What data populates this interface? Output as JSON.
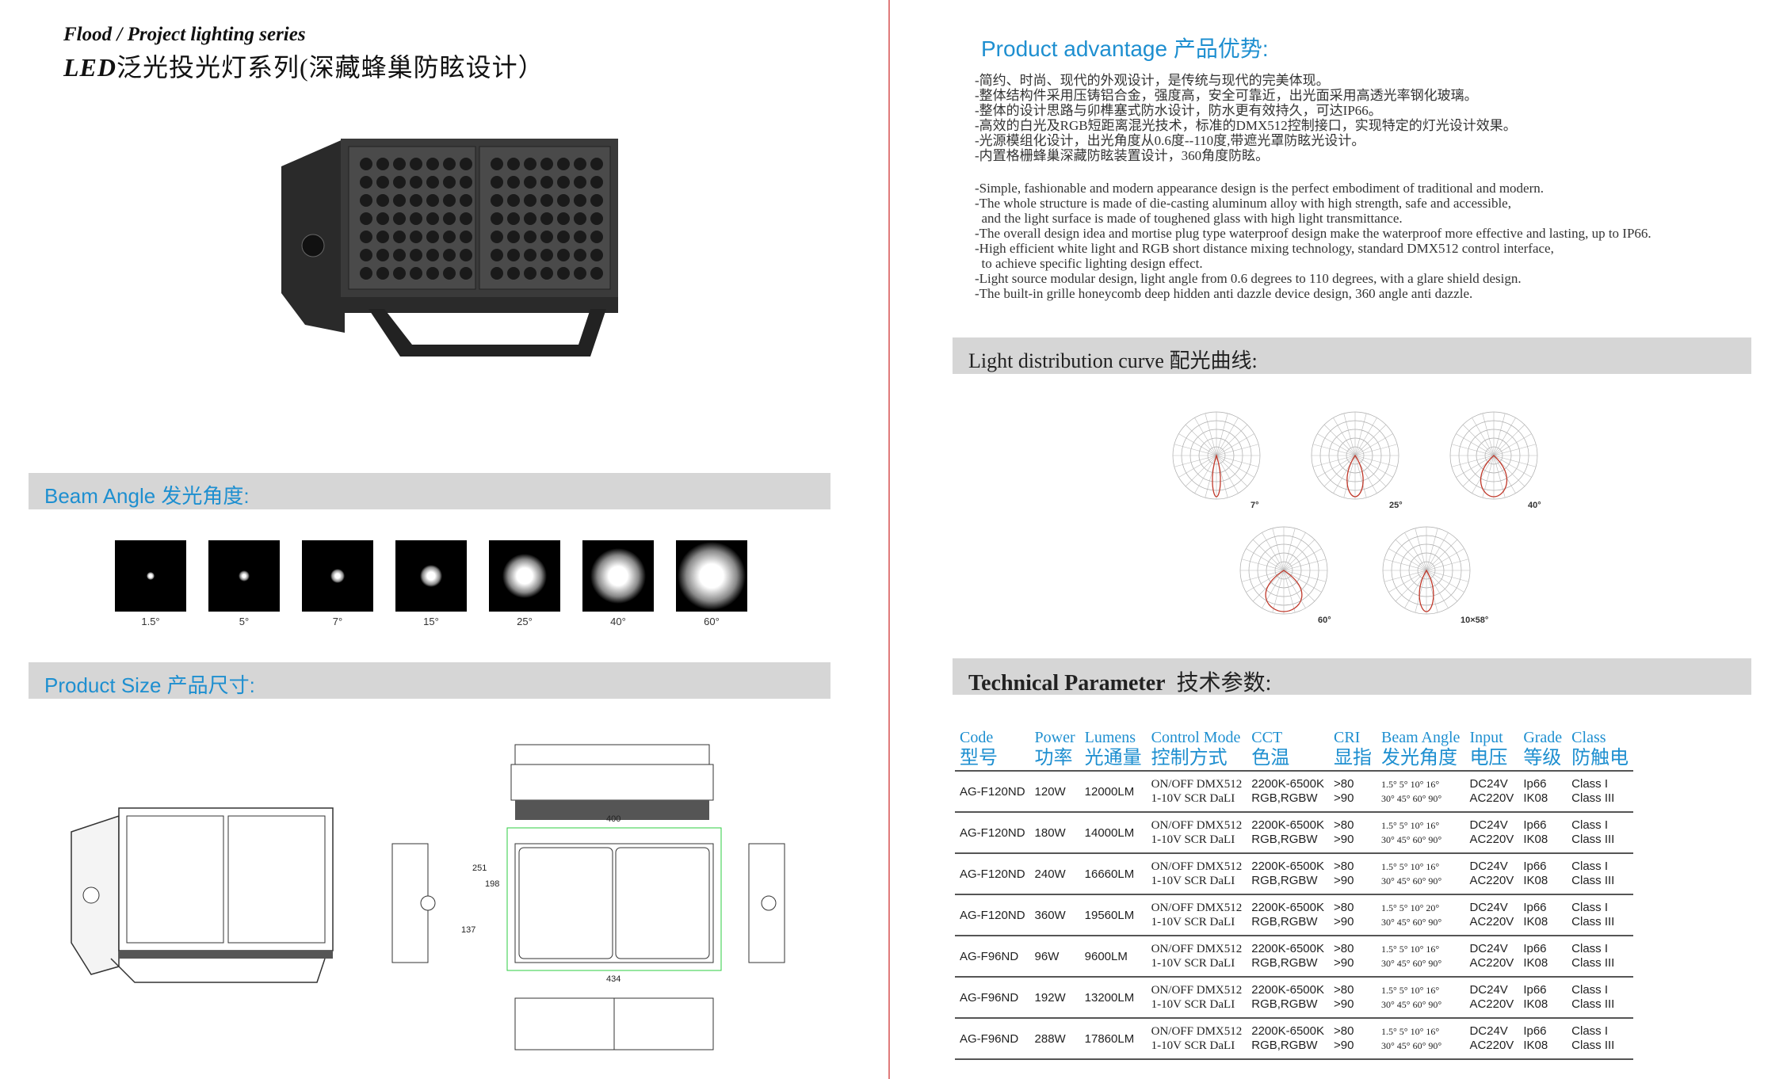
{
  "header": {
    "series_en": "Flood / Project lighting series",
    "series_cn_prefix": "LED",
    "series_cn": "泛光投光灯系列(深藏蜂巢防眩设计）"
  },
  "sections": {
    "beam_angle": "Beam Angle  发光角度:",
    "product_size": "Product Size  产品尺寸:",
    "product_advantage": "Product advantage  产品优势:",
    "light_distribution": "Light  distribution curve   配光曲线:",
    "technical_parameter_en": "Technical Parameter",
    "technical_parameter_cn": "技术参数:"
  },
  "beam_angles": [
    {
      "label": "1.5°",
      "glow": 0.12
    },
    {
      "label": "5°",
      "glow": 0.15
    },
    {
      "label": "7°",
      "glow": 0.2
    },
    {
      "label": "15°",
      "glow": 0.3
    },
    {
      "label": "25°",
      "glow": 0.62
    },
    {
      "label": "40°",
      "glow": 0.78
    },
    {
      "label": "60°",
      "glow": 0.95
    }
  ],
  "advantages_cn": [
    "-简约、时尚、现代的外观设计，是传统与现代的完美体现。",
    "-整体结构件采用压铸铝合金，强度高，安全可靠近，出光面采用高透光率钢化玻璃。",
    "-整体的设计思路与卯榫塞式防水设计，防水更有效持久，可达IP66。",
    "-高效的白光及RGB短距离混光技术，标准的DMX512控制接口，实现特定的灯光设计效果。",
    "-光源模组化设计，出光角度从0.6度--110度,带遮光罩防眩光设计。",
    "-内置格栅蜂巢深藏防眩装置设计，360角度防眩。"
  ],
  "advantages_en": [
    "-Simple, fashionable and modern appearance design is the perfect embodiment of traditional and modern.",
    "-The whole structure is made of die-casting aluminum alloy with high strength, safe and accessible,",
    "  and the light surface is made of toughened glass with high light transmittance.",
    "-The overall design idea and mortise plug type waterproof design make the waterproof more effective and lasting, up to IP66.",
    "-High efficient white light and RGB short distance mixing technology, standard DMX512 control interface,",
    "  to achieve specific lighting design effect.",
    "-Light source modular design, light angle from 0.6 degrees to 110 degrees, with a glare shield design.",
    "-The built-in grille honeycomb deep hidden anti dazzle device design, 360 angle anti dazzle."
  ],
  "curves": [
    {
      "label": "7°",
      "width": 0.08
    },
    {
      "label": "25°",
      "width": 0.16
    },
    {
      "label": "40°",
      "width": 0.26
    },
    {
      "label": "60°",
      "width": 0.36
    },
    {
      "label": "10×58°",
      "width": 0.14
    }
  ],
  "dimensions": {
    "width_inner": "400",
    "width_outer": "434",
    "height_a": "198",
    "height_b": "251",
    "height_c": "137"
  },
  "table": {
    "headers": [
      {
        "en": "Code",
        "cn": "型号"
      },
      {
        "en": "Power",
        "cn": "功率"
      },
      {
        "en": "Lumens",
        "cn": "光通量"
      },
      {
        "en": "Control Mode",
        "cn": "控制方式"
      },
      {
        "en": "CCT",
        "cn": "色温"
      },
      {
        "en": "CRI",
        "cn": "显指"
      },
      {
        "en": "Beam Angle",
        "cn": "发光角度"
      },
      {
        "en": "Input",
        "cn": "电压"
      },
      {
        "en": "Grade",
        "cn": "等级"
      },
      {
        "en": "Class",
        "cn": "防触电"
      }
    ],
    "rows": [
      {
        "code": "AG-F120ND",
        "power": "120W",
        "lumens": "12000LM",
        "ctrl1": "ON/OFF  DMX512",
        "ctrl2": "1-10V  SCR  DaLI",
        "cct1": "2200K-6500K",
        "cct2": "RGB,RGBW",
        "cri1": ">80",
        "cri2": ">90",
        "beam1": "1.5°  5°  10°  16°",
        "beam2": "30°  45°  60°  90°",
        "in1": "DC24V",
        "in2": "AC220V",
        "g1": "Ip66",
        "g2": "IK08",
        "c1": "Class I",
        "c2": "Class III"
      },
      {
        "code": "AG-F120ND",
        "power": "180W",
        "lumens": "14000LM",
        "ctrl1": "ON/OFF  DMX512",
        "ctrl2": "1-10V  SCR  DaLI",
        "cct1": "2200K-6500K",
        "cct2": "RGB,RGBW",
        "cri1": ">80",
        "cri2": ">90",
        "beam1": "1.5°  5°  10°  16°",
        "beam2": "30°  45°  60°  90°",
        "in1": "DC24V",
        "in2": "AC220V",
        "g1": "Ip66",
        "g2": "IK08",
        "c1": "Class I",
        "c2": "Class III"
      },
      {
        "code": "AG-F120ND",
        "power": "240W",
        "lumens": "16660LM",
        "ctrl1": "ON/OFF  DMX512",
        "ctrl2": "1-10V  SCR  DaLI",
        "cct1": "2200K-6500K",
        "cct2": "RGB,RGBW",
        "cri1": ">80",
        "cri2": ">90",
        "beam1": "1.5°  5°  10°  16°",
        "beam2": "30°  45°  60°  90°",
        "in1": "DC24V",
        "in2": "AC220V",
        "g1": "Ip66",
        "g2": "IK08",
        "c1": "Class I",
        "c2": "Class III"
      },
      {
        "code": "AG-F120ND",
        "power": "360W",
        "lumens": "19560LM",
        "ctrl1": "ON/OFF  DMX512",
        "ctrl2": "1-10V  SCR  DaLI",
        "cct1": "2200K-6500K",
        "cct2": "RGB,RGBW",
        "cri1": ">80",
        "cri2": ">90",
        "beam1": "1.5°  5°  10°  20°",
        "beam2": "30°  45°  60°  90°",
        "in1": "DC24V",
        "in2": "AC220V",
        "g1": "Ip66",
        "g2": "IK08",
        "c1": "Class I",
        "c2": "Class III"
      },
      {
        "code": "AG-F96ND",
        "power": "96W",
        "lumens": "9600LM",
        "ctrl1": "ON/OFF  DMX512",
        "ctrl2": "1-10V  SCR  DaLI",
        "cct1": "2200K-6500K",
        "cct2": "RGB,RGBW",
        "cri1": ">80",
        "cri2": ">90",
        "beam1": "1.5°  5°  10°  16°",
        "beam2": "30°  45°  60°  90°",
        "in1": "DC24V",
        "in2": "AC220V",
        "g1": "Ip66",
        "g2": "IK08",
        "c1": "Class I",
        "c2": "Class III"
      },
      {
        "code": "AG-F96ND",
        "power": "192W",
        "lumens": "13200LM",
        "ctrl1": "ON/OFF  DMX512",
        "ctrl2": "1-10V  SCR  DaLI",
        "cct1": "2200K-6500K",
        "cct2": "RGB,RGBW",
        "cri1": ">80",
        "cri2": ">90",
        "beam1": "1.5°  5°  10°  16°",
        "beam2": "30°  45°  60°  90°",
        "in1": "DC24V",
        "in2": "AC220V",
        "g1": "Ip66",
        "g2": "IK08",
        "c1": "Class I",
        "c2": "Class III"
      },
      {
        "code": "AG-F96ND",
        "power": "288W",
        "lumens": "17860LM",
        "ctrl1": "ON/OFF  DMX512",
        "ctrl2": "1-10V  SCR  DaLI",
        "cct1": "2200K-6500K",
        "cct2": "RGB,RGBW",
        "cri1": ">80",
        "cri2": ">90",
        "beam1": "1.5°  5°  10°  16°",
        "beam2": "30°  45°  60°  90°",
        "in1": "DC24V",
        "in2": "AC220V",
        "g1": "Ip66",
        "g2": "IK08",
        "c1": "Class I",
        "c2": "Class III"
      }
    ]
  }
}
